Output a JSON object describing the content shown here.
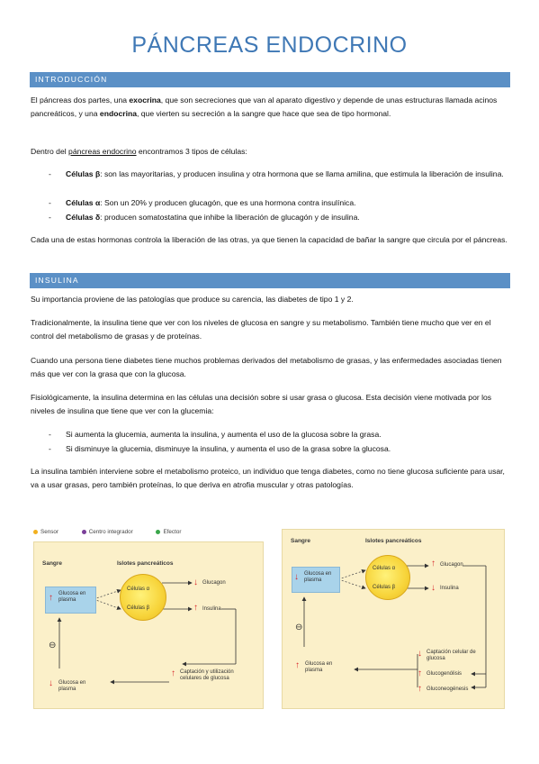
{
  "title": "PÁNCREAS ENDOCRINO",
  "sections": {
    "intro": "INTRODUCCIÓN",
    "insulina": "INSULINA"
  },
  "intro": {
    "p1_a": "El páncreas dos partes, una ",
    "p1_b": "exocrina",
    "p1_c": ", que son secreciones que van al aparato digestivo y depende de unas estructuras llamada acinos pancreáticos, y una ",
    "p1_d": "endocrina",
    "p1_e": ", que vierten su secreción a la sangre que hace que sea de tipo hormonal.",
    "p2_a": "Dentro del ",
    "p2_b": "páncreas endocrino",
    "p2_c": " encontramos 3 tipos de células:",
    "bullets": [
      {
        "b": "Células β",
        "t": ": son las mayoritarias, y producen insulina y otra hormona que se llama amilina, que estimula la liberación de insulina."
      },
      {
        "b": "Células α",
        "t": ": Son un 20% y producen glucagón, que es una hormona contra insulínica."
      },
      {
        "b": "Células δ",
        "t": ": producen somatostatina que inhibe la liberación de glucagón y de insulina."
      }
    ],
    "p3": "Cada una de estas hormonas controla la liberación de las otras, ya que tienen la capacidad de bañar la sangre que circula por el páncreas."
  },
  "insulina": {
    "p1": "Su importancia proviene de las patologías que produce su carencia, las diabetes de tipo 1 y 2.",
    "p2": "Tradicionalmente, la insulina tiene que ver con los niveles de glucosa en sangre y su metabolismo. También tiene mucho que ver en el control del metabolismo de grasas y de proteínas.",
    "p3": "Cuando una persona tiene diabetes tiene muchos problemas derivados del metabolismo de grasas, y las enfermedades asociadas tienen más que ver con la grasa que con la glucosa.",
    "p4": "Fisiológicamente, la insulina determina en las células una decisión sobre si usar grasa o glucosa. Esta decisión viene motivada por los niveles de insulina que tiene que ver con la glucemia:",
    "bullets": [
      "Si aumenta la glucemia, aumenta la insulina, y aumenta el uso de la glucosa sobre la grasa.",
      "Si disminuye la glucemia, disminuye la insulina, y aumenta el uso de la grasa sobre la glucosa."
    ],
    "p5": "La insulina también interviene sobre el metabolismo proteico, un individuo que tenga diabetes, como no tiene glucosa suficiente para usar, va a usar grasas, pero también proteínas, lo que deriva en atrofia muscular y otras patologías."
  },
  "bullet_dash": "-",
  "legend": {
    "sensor": "Sensor",
    "integrador": "Centro integrador",
    "efector": "Efector",
    "colors": {
      "sensor": "#f2b01e",
      "integrador": "#7b3f99",
      "efector": "#3aa64a"
    }
  },
  "fig1": {
    "sangre": "Sangre",
    "islotes": "Islotes pancreáticos",
    "glucosa_top": "Glucosa en plasma",
    "cel_alfa": "Células α",
    "cel_beta": "Células β",
    "glucagon": "Glucagon",
    "insulina": "Insulina",
    "minus": "⊖",
    "glucosa_bottom": "Glucosa en plasma",
    "captacion": "Captación y utilización celulares de glucosa"
  },
  "fig2": {
    "sangre": "Sangre",
    "islotes": "Islotes pancreáticos",
    "glucosa_top": "Glucosa en plasma",
    "cel_alfa": "Células α",
    "cel_beta": "Células β",
    "glucagon": "Glucagon",
    "insulina": "Insulina",
    "minus": "⊖",
    "glucosa_bottom": "Glucosa en plasma",
    "captacion": "Captación celular de glucosa",
    "glucogenolisis": "Glucogenólisis",
    "gluconeogenesis": "Gluconeogénesis"
  },
  "icons": {
    "up": "↑",
    "down": "↓"
  },
  "colors": {
    "accent": "#5b90c6",
    "title": "#3f78b5",
    "arrow": "#d8262a",
    "figure_bg": "#fbf0c9"
  }
}
